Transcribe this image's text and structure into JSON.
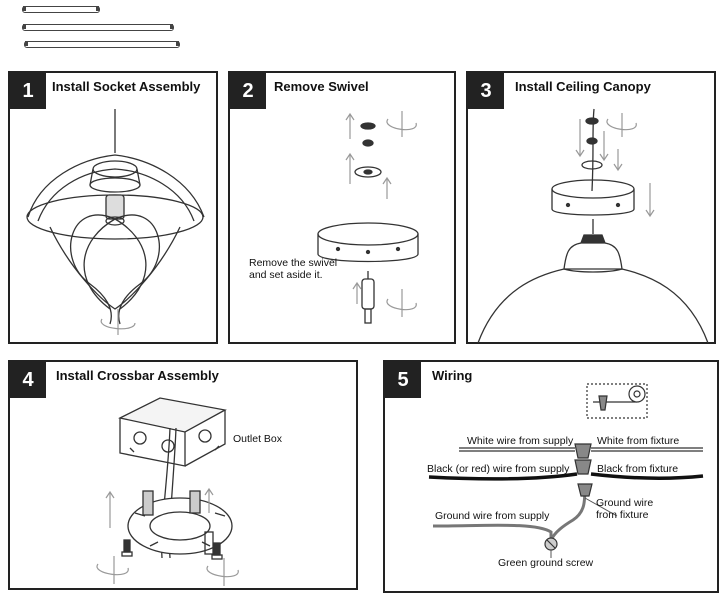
{
  "steps": [
    {
      "number": "1",
      "title": "Install Socket Assembly"
    },
    {
      "number": "2",
      "title": "Remove Swivel",
      "note_line1": "Remove the swivel",
      "note_line2": "and set aside it."
    },
    {
      "number": "3",
      "title": "Install Ceiling Canopy"
    },
    {
      "number": "4",
      "title": "Install Crossbar Assembly",
      "outlet_box_label": "Outlet Box"
    },
    {
      "number": "5",
      "title": "Wiring",
      "white_supply": "White wire from supply",
      "white_fixture": "White from fixture",
      "black_supply": "Black (or red) wire from supply",
      "black_fixture": "Black from fixture",
      "ground_supply": "Ground wire from supply",
      "ground_fixture_line1": "Ground wire",
      "ground_fixture_line2": "from fixture",
      "green_screw": "Green ground screw"
    }
  ],
  "icons": [
    "rotate-arrow-icon",
    "up-arrow-icon",
    "down-arrow-icon",
    "wire-nut-icon",
    "electrical-tape-icon"
  ],
  "colors": {
    "panel_border": "#222222",
    "number_badge": "#222222",
    "drawing_stroke": "#333333"
  }
}
